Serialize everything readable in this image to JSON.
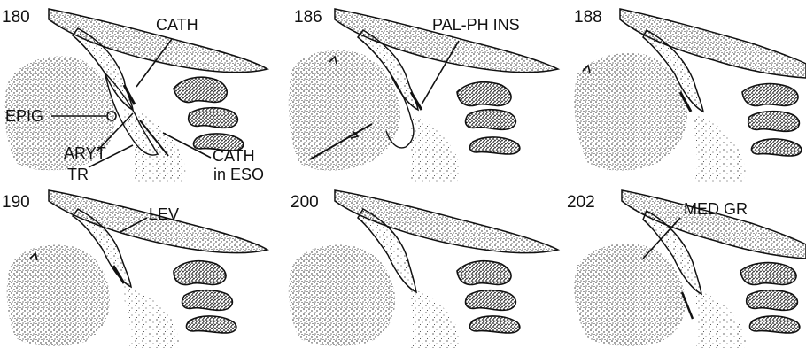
{
  "figure": {
    "panels": [
      {
        "number": "180",
        "labels": {
          "cath": "CATH",
          "epig": "EPIG",
          "aryt": "ARYT",
          "tr": "TR",
          "cath_in_eso_line1": "CATH",
          "cath_in_eso_line2": "in ESO"
        }
      },
      {
        "number": "186",
        "labels": {
          "pal_ph_ins": "PAL-PH INS"
        }
      },
      {
        "number": "188",
        "labels": {}
      },
      {
        "number": "190",
        "labels": {
          "lev": "LEV"
        }
      },
      {
        "number": "200",
        "labels": {}
      },
      {
        "number": "202",
        "labels": {
          "med_gr": "MED GR"
        }
      }
    ],
    "colors": {
      "ink": "#111111",
      "stipple": "#222222",
      "background": "#ffffff"
    }
  }
}
